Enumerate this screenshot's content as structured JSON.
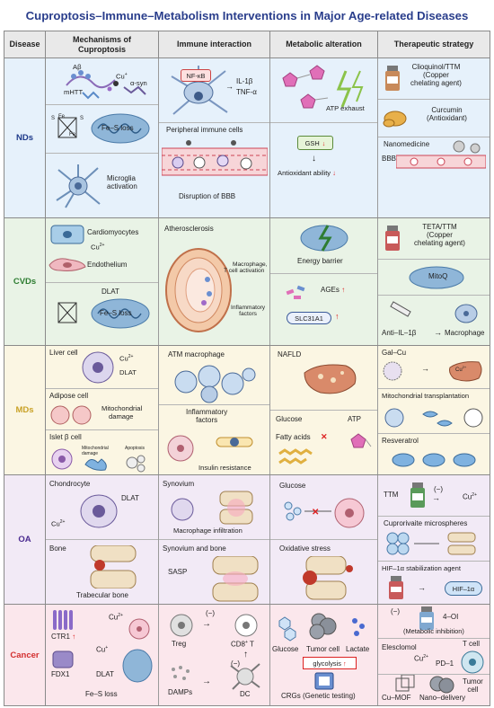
{
  "title": "Cuproptosis–Immune–Metabolism Interventions in Major Age-related Diseases",
  "headers": {
    "disease": "Disease",
    "mech": "Mechanisms of Cuproptosis",
    "immune": "Immune interaction",
    "metab": "Metabolic alteration",
    "therapy": "Therapeutic strategy"
  },
  "colors": {
    "title": "#2a3e8c",
    "nd": "#e6f1fb",
    "cvd": "#e9f3e6",
    "md": "#fbf6e3",
    "oa": "#f2eaf6",
    "cancer": "#fbe7ec",
    "nd_text": "#1e3a8a",
    "cvd_text": "#2e7d32",
    "md_text": "#c9a227",
    "oa_text": "#4a2a90",
    "cancer_text": "#d32f2f"
  },
  "nds": {
    "label": "NDs",
    "mech": {
      "abeta": "Aβ",
      "cu": "Cu",
      "cu_sup": "+",
      "asyn": "α-syn",
      "mhtt": "mHTT",
      "fes": "Fe–S loss",
      "microglia": "Microglia activation",
      "fe": "Fe",
      "s": "S"
    },
    "immune": {
      "nfkb": "NF-κB",
      "il1b": "IL-1β",
      "tnfa": "TNF-α",
      "peripheral": "Peripheral immune cells",
      "bbb": "Disruption of BBB"
    },
    "metab": {
      "atp": "ATP exhaust",
      "gsh": "GSH",
      "antiox": "Antioxidant ability",
      "arrow": "↓"
    },
    "therapy": {
      "clioquinol": "Clioquinol/TTM",
      "copper": "(Copper",
      "chelating": "chelating agent)",
      "curcumin": "Curcumin",
      "antioxidant": "(Antioxidant)",
      "nano": "Nanomedicine",
      "bbb": "BBB"
    }
  },
  "cvds": {
    "label": "CVDs",
    "mech": {
      "cardio": "Cardiomyocytes",
      "cu": "Cu",
      "cu_sup": "2+",
      "endo": "Endothelium",
      "dlat": "DLAT",
      "fes": "Fe–S loss"
    },
    "immune": {
      "athero": "Atherosclerosis",
      "mac": "Macrophage,",
      "tcell": "T cell activation",
      "inflam": "Inflammatory",
      "factors": "factors"
    },
    "metab": {
      "energy": "Energy barrier",
      "ages": "AGEs",
      "slc": "SLC31A1",
      "arrow": "↑"
    },
    "therapy": {
      "teta": "TETA/TTM",
      "copper": "(Copper",
      "chelating": "chelating agent)",
      "mitoq": "MitoQ",
      "anti": "Anti–IL–1β",
      "macro": "Macrophage"
    }
  },
  "mds": {
    "label": "MDs",
    "mech": {
      "liver": "Liver cell",
      "cu": "Cu",
      "cu_sup": "2+",
      "dlat": "DLAT",
      "adipose": "Adipose cell",
      "mito": "Mitochondrial",
      "damage": "damage",
      "islet": "Islet β cell",
      "mito_small": "Mitochondrial",
      "damage_small": "damage",
      "apoptosis": "Apoptosis"
    },
    "immune": {
      "atm": "ATM macrophage",
      "inflam": "Inflammatory",
      "factors": "factors",
      "insulin": "Insulin resistance"
    },
    "metab": {
      "nafld": "NAFLD",
      "glucose": "Glucose",
      "atp": "ATP",
      "fatty": "Fatty acids"
    },
    "therapy": {
      "galcu": "Gal–Cu",
      "cu": "Cu",
      "cu_sup": "2+",
      "mitotrans": "Mitochondrial transplantation",
      "resv": "Resveratrol"
    }
  },
  "oa": {
    "label": "OA",
    "mech": {
      "chondro": "Chondrocyte",
      "dlat": "DLAT",
      "cu": "Cu",
      "cu_sup": "2+",
      "bone": "Bone",
      "trab": "Trabecular bone"
    },
    "immune": {
      "synovium": "Synovium",
      "macinf": "Macrophage infiltration",
      "synbone": "Synovium and bone",
      "sasp": "SASP"
    },
    "metab": {
      "glucose": "Glucose",
      "oxstress": "Oxidative stress"
    },
    "therapy": {
      "ttm": "TTM",
      "minus": "(−)",
      "cu": "Cu",
      "cu_sup": "2+",
      "cuprivaite": "Cuprorivaite microspheres",
      "hif": "HIF–1α stabilization agent",
      "hif1a": "HIF–1α"
    }
  },
  "cancer": {
    "label": "Cancer",
    "mech": {
      "ctr1": "CTR1",
      "cu2": "Cu",
      "cu2_sup": "2+",
      "fdx1": "FDX1",
      "cu1": "Cu",
      "cu1_sup": "+",
      "dlat": "DLAT",
      "fes": "Fe–S loss"
    },
    "immune": {
      "treg": "Treg",
      "minus1": "(−)",
      "cd8": "CD8",
      "cd8_sup": "+",
      "t": "T",
      "minus2": "(−)",
      "damps": "DAMPs",
      "dc": "DC"
    },
    "metab": {
      "glucose": "Glucose",
      "tumor": "Tumor cell",
      "lactate": "Lactate",
      "glycolysis": "glycolysis",
      "crgs": "CRGs (Genetic testing)"
    },
    "therapy": {
      "minus": "(−)",
      "ol": "4–OI",
      "metinh": "(Metabolic inhibition)",
      "tcell": "T cell",
      "elesclomol": "Elesclomol",
      "cu": "Cu",
      "cu_sup": "2+",
      "pd1": "PD–1",
      "cumof": "Cu–MOF",
      "nano": "Nano–delivery",
      "tumor": "Tumor",
      "cell": "cell"
    }
  }
}
